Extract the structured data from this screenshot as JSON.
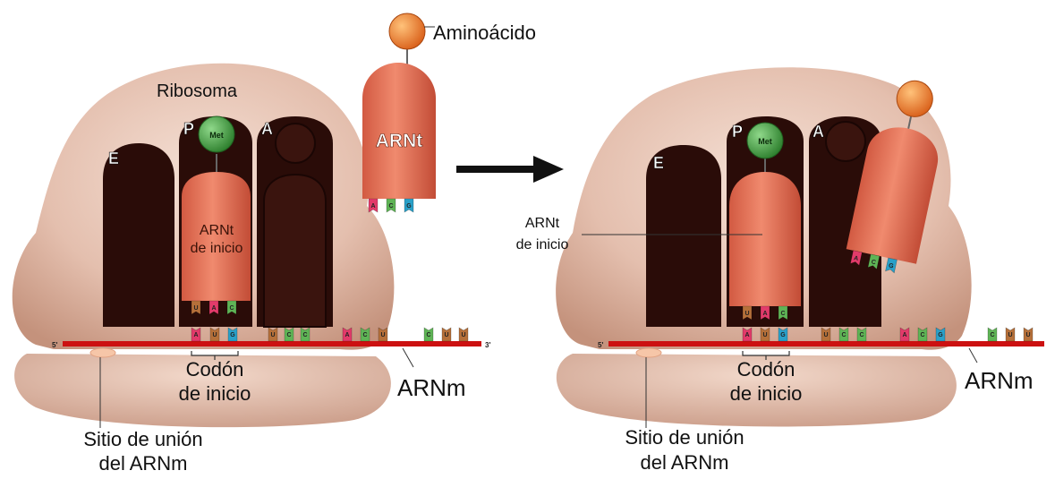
{
  "colors": {
    "ribosome_light": "#f3d9cc",
    "ribosome_mid": "#dcb29e",
    "ribosome_dark": "#c08e79",
    "site_dark": "#2a0c08",
    "trna": "#e8735a",
    "trna_dark": "#c9503a",
    "met": "#3c9a3c",
    "amino": "#ee7a22",
    "mrna": "#cc1111",
    "nuc_A": "#e23b6a",
    "nuc_U": "#b5703a",
    "nuc_C": "#5fb456",
    "nuc_G": "#2aa0c8",
    "arrow": "#111111"
  },
  "left": {
    "ribosome_label": "Ribosoma",
    "site_E": "E",
    "site_P": "P",
    "site_A": "A",
    "met": "Met",
    "initiator_trna_line1": "ARNt",
    "initiator_trna_line2": "de inicio",
    "incoming_trna": "ARNt",
    "amino_acid": "Aminoácido",
    "end5": "5'",
    "end3": "3'",
    "codon_line1": "Codón",
    "codon_line2": "de inicio",
    "mrna": "ARNm",
    "binding_line1": "Sitio de unión",
    "binding_line2": "del ARNm",
    "anticodon_initiator": [
      "U",
      "A",
      "C"
    ],
    "anticodon_incoming": [
      "A",
      "C",
      "G"
    ],
    "mrna_codons": [
      "A",
      "U",
      "G",
      "U",
      "C",
      "C",
      "A",
      "C",
      "U",
      "C",
      "U",
      "U"
    ]
  },
  "right": {
    "site_E": "E",
    "site_P": "P",
    "site_A": "A",
    "met": "Met",
    "initiator_trna_line1": "ARNt",
    "initiator_trna_line2": "de inicio",
    "end5": "5'",
    "codon_line1": "Codón",
    "codon_line2": "de inicio",
    "mrna": "ARNm",
    "binding_line1": "Sitio de unión",
    "binding_line2": "del ARNm",
    "anticodon_initiator": [
      "U",
      "A",
      "C"
    ],
    "anticodon_incoming": [
      "A",
      "C",
      "G"
    ],
    "mrna_codons": [
      "A",
      "U",
      "G",
      "U",
      "C",
      "C",
      "A",
      "C",
      "G",
      "C",
      "U",
      "U"
    ]
  }
}
